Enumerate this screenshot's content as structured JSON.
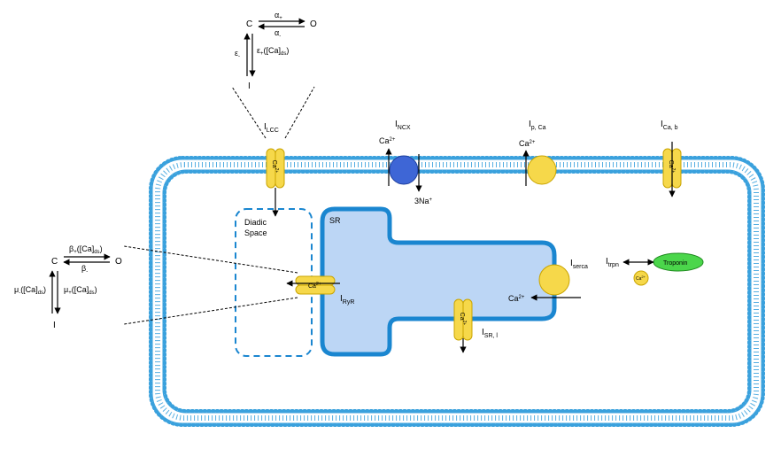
{
  "membrane": {
    "color": "#3aa1dd",
    "fill": "#a8d5f2"
  },
  "sr": {
    "label": "SR",
    "fill": "#bcd6f5",
    "stroke": "#1a86d0"
  },
  "diadic_space": {
    "line1": "Diadic",
    "line2": "Space"
  },
  "channels": {
    "lcc": {
      "label": "I",
      "sub": "LCC",
      "ion": "Ca",
      "sup": "2+",
      "color": "#f6d84a"
    },
    "ncx": {
      "label": "I",
      "sub": "NCX",
      "ion_top": "Ca",
      "sup_top": "2+",
      "ion_bottom": "3Na",
      "sup_bottom": "+",
      "color": "#3e66d6"
    },
    "pca": {
      "label": "I",
      "sub": "p, Ca",
      "ion": "Ca",
      "sup": "2+",
      "color": "#f6d84a"
    },
    "cab": {
      "label": "I",
      "sub": "Ca, b",
      "ion": "Ca",
      "sup": "2+",
      "color": "#f6d84a"
    },
    "ryr": {
      "label": "I",
      "sub": "RyR",
      "ion": "Ca",
      "sup": "2+",
      "color": "#f6d84a"
    },
    "serca": {
      "label": "I",
      "sub": "serca",
      "ion": "Ca",
      "sup": "2+",
      "color": "#f6d84a"
    },
    "srl": {
      "label": "I",
      "sub": "SR, l",
      "ion": "Ca",
      "sup": "2+",
      "color": "#f6d84a"
    },
    "trpn": {
      "label": "I",
      "sub": "trpn",
      "protein": "Troponin",
      "protein_color": "#4bd64b",
      "bound_ion": "Ca",
      "bound_sup": "2+"
    }
  },
  "lcc_kinetics": {
    "state_c": "C",
    "state_o": "O",
    "state_i": "I",
    "alpha_plus": "α",
    "alpha_plus_sub": "+",
    "alpha_minus": "α",
    "alpha_minus_sub": "-",
    "eps_minus": "ε",
    "eps_minus_sub": "-",
    "eps_plus": "ε",
    "eps_plus_sub": "+",
    "eps_plus_arg": "([Ca]",
    "eps_plus_arg_sub": "ds",
    "eps_plus_close": ")"
  },
  "ryr_kinetics": {
    "state_c": "C",
    "state_o": "O",
    "state_i": "I",
    "beta_plus": "β",
    "beta_plus_sub": "+",
    "beta_plus_arg": "([Ca]",
    "beta_plus_arg_sub": "ds",
    "beta_plus_close": ")",
    "beta_minus": "β",
    "beta_minus_sub": "-",
    "mu_minus": "μ",
    "mu_minus_sub": "-",
    "mu_minus_arg": "([Ca]",
    "mu_minus_arg_sub": "ds",
    "mu_minus_close": ")",
    "mu_plus": "μ",
    "mu_plus_sub": "+",
    "mu_plus_arg": "([Ca]",
    "mu_plus_arg_sub": "ds",
    "mu_plus_close": ")"
  }
}
